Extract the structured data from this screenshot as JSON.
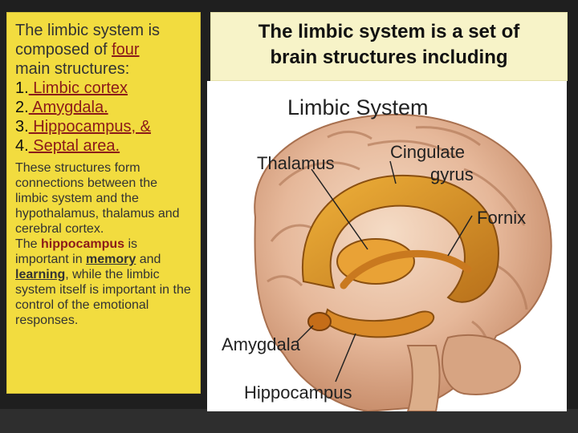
{
  "left_panel": {
    "intro_line_1": "The limbic system is",
    "intro_line_2a": "composed of ",
    "intro_four": "four",
    "intro_line_3": "main structures:",
    "items": [
      {
        "num": "1.",
        "label": " Limbic cortex"
      },
      {
        "num": "2.",
        "label": " Amygdala."
      },
      {
        "num": "3.",
        "label": " Hippocampus, &"
      },
      {
        "num": "4.",
        "label": " Septal area."
      }
    ],
    "para_1": "These structures form connections between the limbic system and the hypothalamus, thalamus and cerebral cortex.",
    "para_2a": "The ",
    "para_hippocampus": "hippocampus",
    "para_2b": " is important in ",
    "para_memory": "memory",
    "para_2c": " and ",
    "para_learning": "learning",
    "para_2d": ", while the limbic system itself is important in the control of the emotional responses."
  },
  "title_box": {
    "line_1": "The limbic system is a set of",
    "line_2": "brain structures including"
  },
  "figure": {
    "heading": "Limbic System",
    "labels": {
      "thalamus": "Thalamus",
      "cingulate_1": "Cingulate",
      "cingulate_2": "gyrus",
      "fornix": "Fornix",
      "amygdala": "Amygdala",
      "hippocampus": "Hippocampus"
    }
  },
  "colors": {
    "panel_yellow": "#f2dc3f",
    "title_cream": "#f7f3c8",
    "accent_red": "#8b1a1a",
    "background": "#1f1f1f"
  }
}
